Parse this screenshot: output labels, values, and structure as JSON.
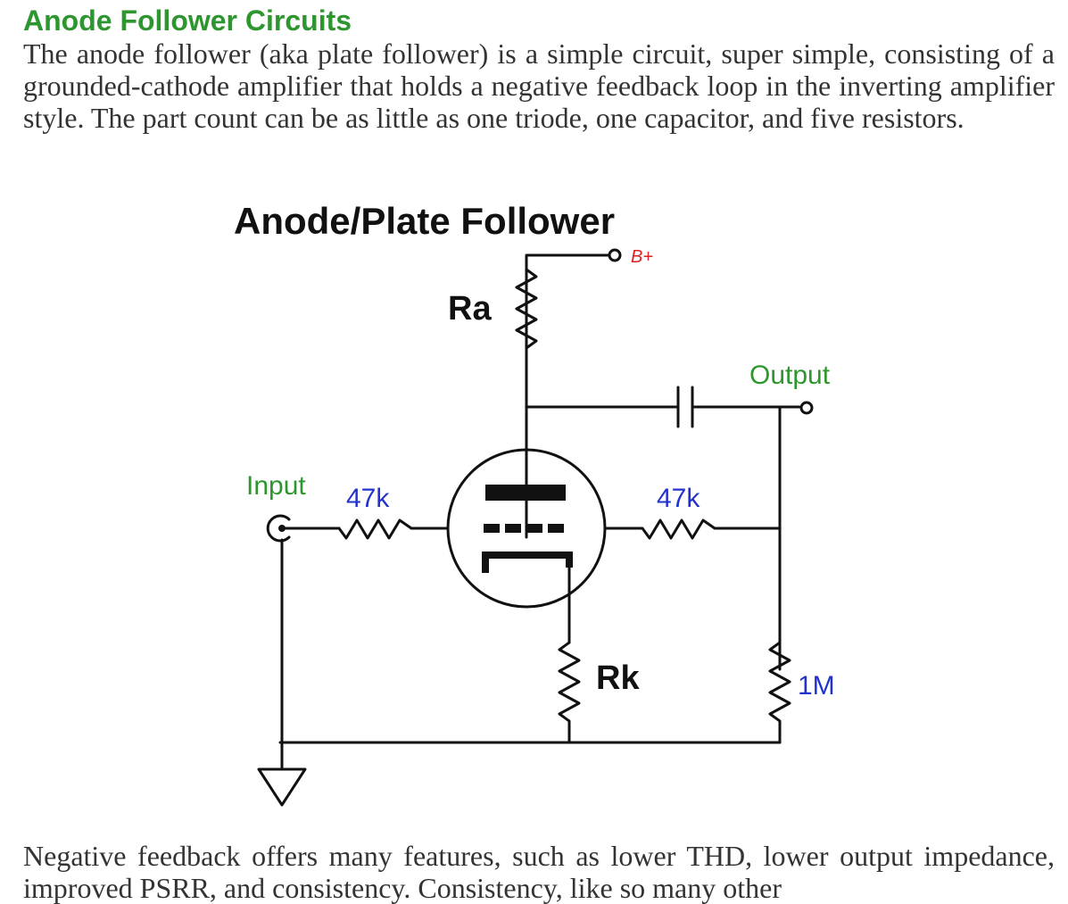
{
  "article": {
    "title": "Anode Follower Circuits",
    "intro": "The anode follower (aka plate follower) is a simple circuit, super simple, consisting of a grounded-cathode amplifier that holds a negative feedback loop in the inverting amplifier style. The part count can be as little as one triode, one capacitor, and five resistors.",
    "continuation": "Negative feedback offers many features, such as lower THD, lower output impedance, improved PSRR, and consistency. Consistency, like so many other"
  },
  "schematic": {
    "title": "Anode/Plate Follower",
    "bplus": "B+",
    "ra": "Ra",
    "output": "Output",
    "input": "Input",
    "r_in": "47k",
    "r_fb": "47k",
    "rk": "Rk",
    "r_out": "1M",
    "colors": {
      "green": "#2e962e",
      "blue": "#2233cc",
      "red": "#dd2222",
      "black": "#111111"
    }
  }
}
